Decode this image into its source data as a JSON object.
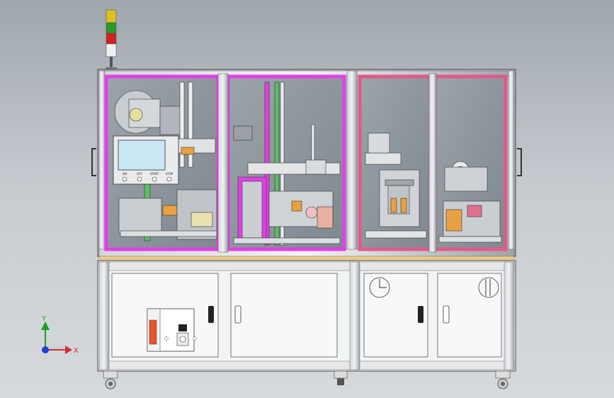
{
  "viewport": {
    "background_top": "#9fa6ad",
    "background_bottom": "#d6dadd"
  },
  "colors": {
    "frame": "#b9bec4",
    "frame_dark": "#6e757c",
    "door_trim_left": "#e040e6",
    "door_trim_right": "#e05a8c",
    "glass": "#8e979e",
    "cabinet": "#f3f4f5",
    "worktop": "#e9c98d",
    "stack_light": [
      "#e0c020",
      "#2a9a2a",
      "#d02020"
    ],
    "hmi_screen": "#c9e7f5",
    "green_bar": "#58c060",
    "orange_part": "#e8a040",
    "electrical_panel": "#e8552a"
  },
  "triad": {
    "x_label": "X",
    "y_label": "Y",
    "x_color": "#d03030",
    "y_color": "#20a020",
    "z_color": "#2040d0"
  },
  "hmi": {
    "buttons": [
      "ON",
      "OFF",
      "START",
      "STOP"
    ]
  },
  "icons": [
    "stack-light-icon",
    "coordinate-triad-icon",
    "caster-wheel-icon",
    "door-handle-icon",
    "power-switch-icon"
  ]
}
